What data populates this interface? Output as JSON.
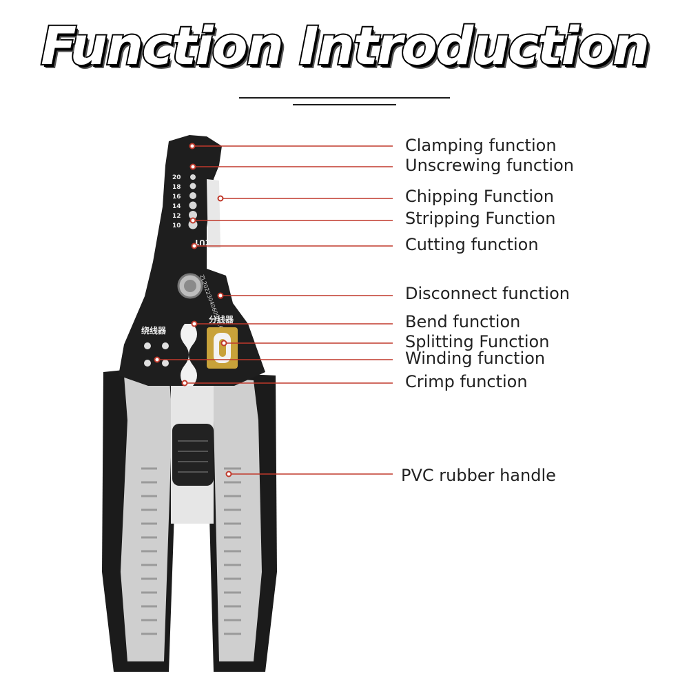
{
  "title": "Function Introduction",
  "tool": {
    "gauge_numbers": [
      "20",
      "18",
      "16",
      "14",
      "12",
      "10"
    ],
    "cut_mark": "CUT",
    "serial": "ZL2022304060906.6",
    "winder_text": "绕线器",
    "splitter_text": "分线器"
  },
  "labels": [
    "Clamping function",
    "Unscrewing function",
    "Chipping Function",
    "Stripping Function",
    "Cutting function",
    "Disconnect function",
    "Bend function",
    "Splitting Function",
    "Winding function",
    "Crimp function",
    "PVC rubber handle"
  ],
  "colors": {
    "leader": "#c0392b",
    "text": "#222222",
    "steel": "#1e1e1e",
    "grip": "#d0d0d0",
    "brass": "#c8a23a"
  }
}
